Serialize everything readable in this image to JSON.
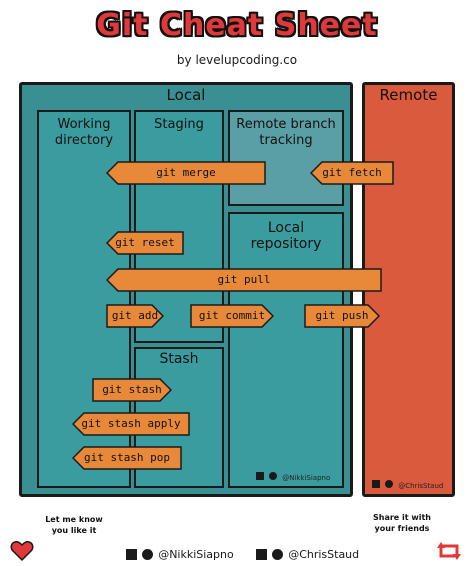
{
  "title": "Git Cheat Sheet",
  "byline": "by levelupcoding.co",
  "areas": {
    "local": "Local",
    "remote": "Remote"
  },
  "columns": {
    "working": "Working directory",
    "staging": "Staging",
    "remote_tracking": "Remote branch tracking",
    "local_repo": "Local repository",
    "stash": "Stash"
  },
  "commands": {
    "merge": "git merge",
    "fetch": "git fetch",
    "reset": "git reset",
    "pull": "git pull",
    "add": "git add",
    "commit": "git commit",
    "push": "git push",
    "stash": "git stash",
    "stash_apply": "git stash apply",
    "stash_pop": "git stash pop"
  },
  "credits": {
    "nikki": "@NikkiSiapno",
    "chris": "@ChrisStaud"
  },
  "footer": {
    "like": "Let me know you like it",
    "share": "Share it with your friends",
    "nikki": "@NikkiSiapno",
    "chris": "@ChrisStaud"
  },
  "colors": {
    "title": "#e0393b",
    "local": "#3a8f92",
    "remote": "#d95a3c",
    "command": "#e8893a"
  },
  "icons": [
    "linkedin-icon",
    "twitter-icon",
    "heart-icon",
    "retweet-icon"
  ]
}
